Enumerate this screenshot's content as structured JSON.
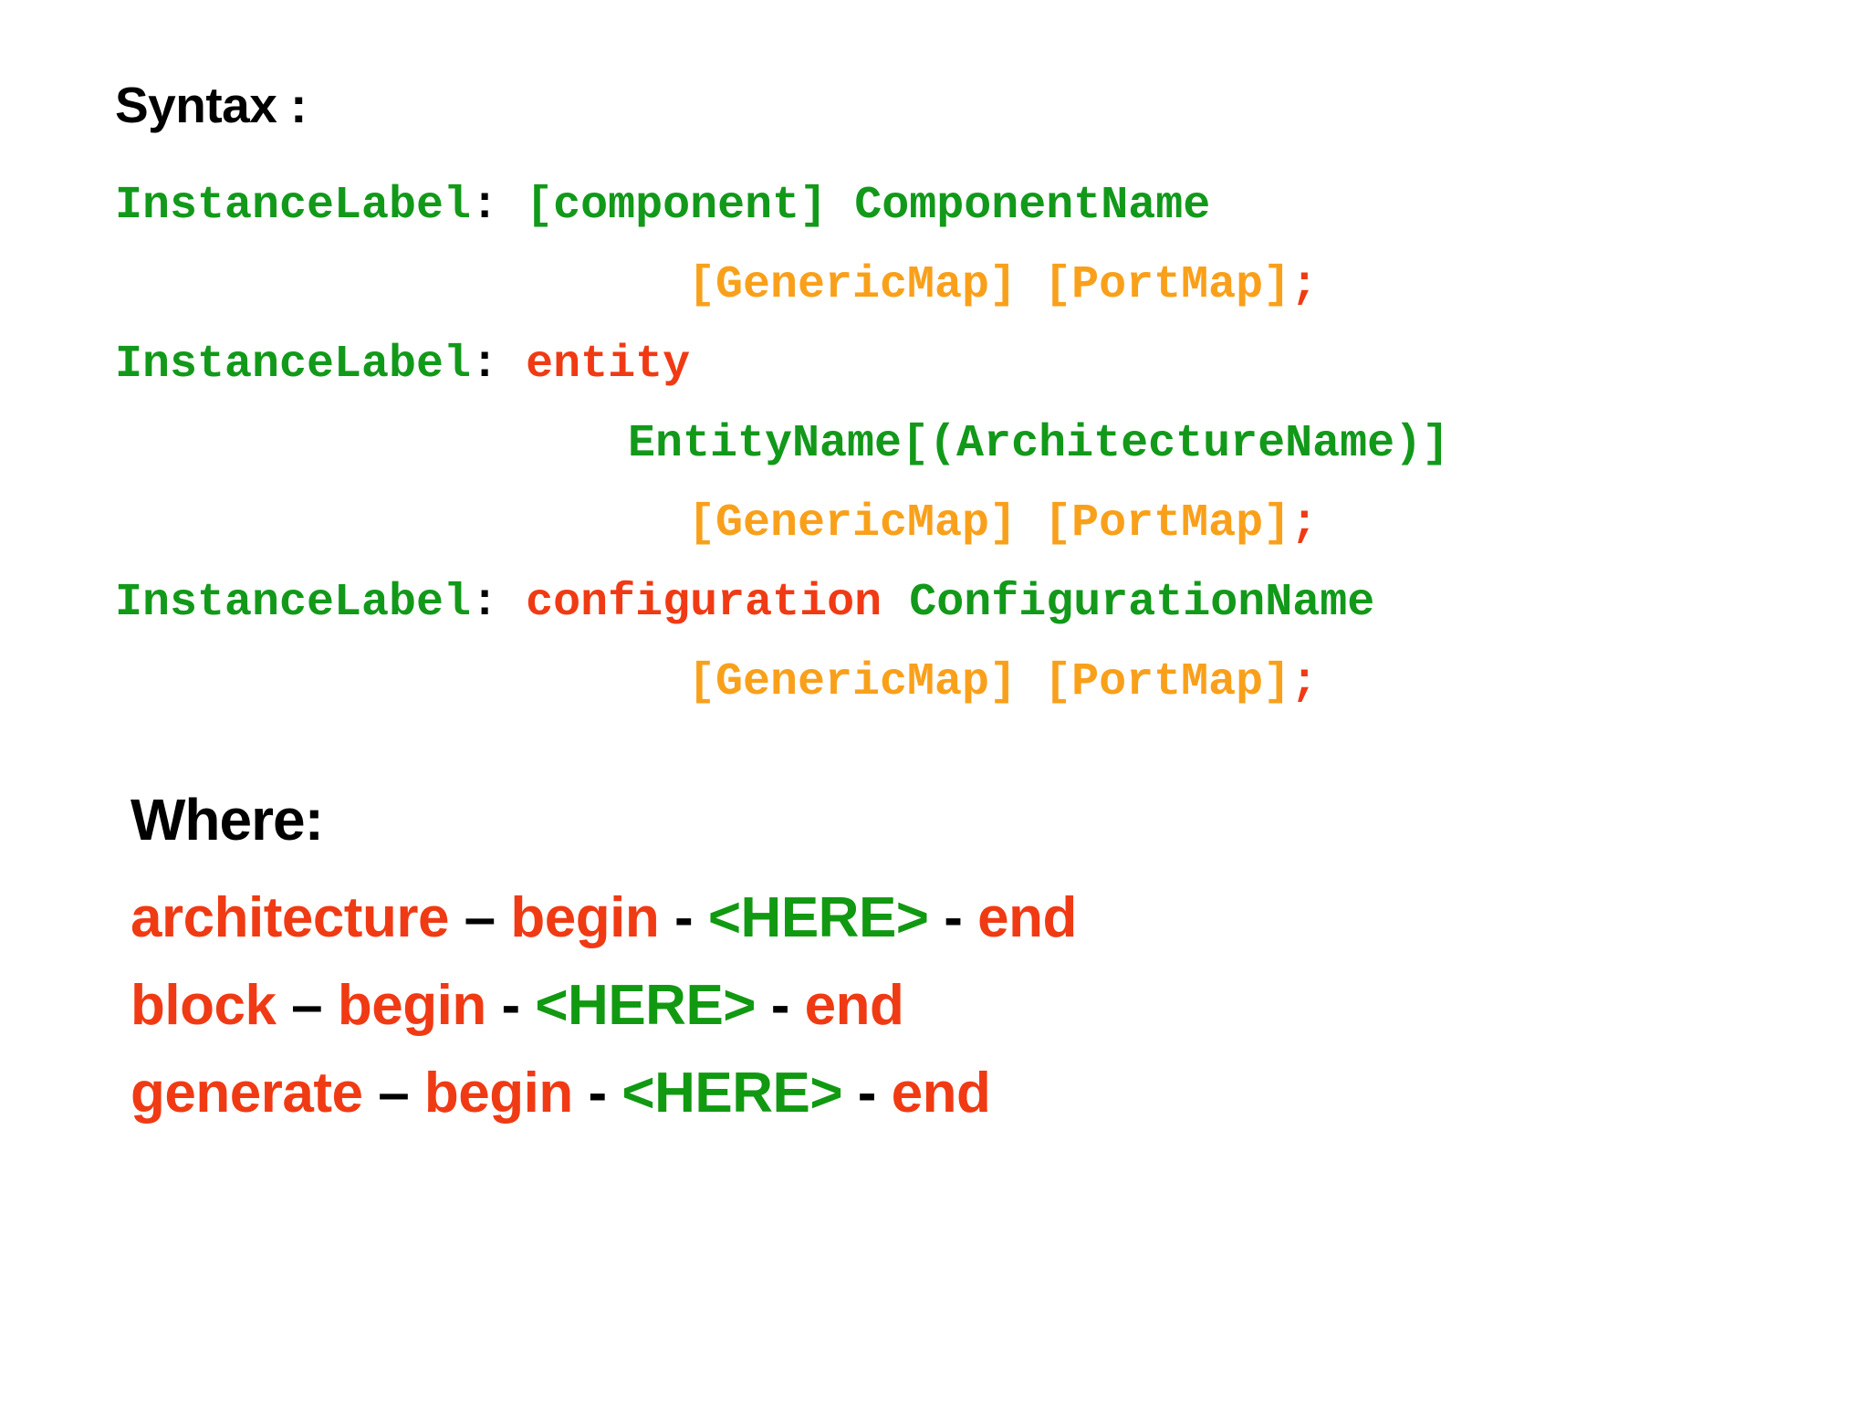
{
  "slide": {
    "background_color": "#ffffff",
    "syntax_heading": "Syntax :",
    "where_heading": "Where:"
  },
  "colors": {
    "green": "#12991a",
    "orange": "#f9a01b",
    "red": "#f03a14",
    "black": "#000000",
    "here_green": "#119911"
  },
  "syntax": {
    "lines": [
      {
        "id": "component-instantiation",
        "indent": 1,
        "tokens": [
          {
            "text": "InstanceLabel",
            "color": "green"
          },
          {
            "text": ":",
            "color": "black"
          },
          {
            "text": " ",
            "color": "black"
          },
          {
            "text": "[component]",
            "color": "green"
          },
          {
            "text": " ",
            "color": "black"
          },
          {
            "text": "ComponentName",
            "color": "green"
          }
        ]
      },
      {
        "id": "component-maps",
        "indent": 2,
        "tokens": [
          {
            "text": "[GenericMap]",
            "color": "orange"
          },
          {
            "text": " ",
            "color": "black"
          },
          {
            "text": "[PortMap]",
            "color": "orange"
          },
          {
            "text": ";",
            "color": "red"
          }
        ]
      },
      {
        "id": "entity-instantiation",
        "indent": 1,
        "tokens": [
          {
            "text": "InstanceLabel",
            "color": "green"
          },
          {
            "text": ":",
            "color": "black"
          },
          {
            "text": " ",
            "color": "black"
          },
          {
            "text": "entity",
            "color": "red"
          }
        ]
      },
      {
        "id": "entity-name",
        "indent": 3,
        "tokens": [
          {
            "text": "EntityName[(ArchitectureName)]",
            "color": "green"
          }
        ]
      },
      {
        "id": "entity-maps",
        "indent": 2,
        "tokens": [
          {
            "text": "[GenericMap]",
            "color": "orange"
          },
          {
            "text": " ",
            "color": "black"
          },
          {
            "text": "[PortMap]",
            "color": "orange"
          },
          {
            "text": ";",
            "color": "red"
          }
        ]
      },
      {
        "id": "configuration-instantiation",
        "indent": 1,
        "tokens": [
          {
            "text": "InstanceLabel",
            "color": "green"
          },
          {
            "text": ":",
            "color": "black"
          },
          {
            "text": " ",
            "color": "black"
          },
          {
            "text": "configuration",
            "color": "red"
          },
          {
            "text": " ",
            "color": "black"
          },
          {
            "text": "ConfigurationName",
            "color": "green"
          }
        ]
      },
      {
        "id": "configuration-maps",
        "indent": 2,
        "tokens": [
          {
            "text": "[GenericMap]",
            "color": "orange"
          },
          {
            "text": " ",
            "color": "black"
          },
          {
            "text": "[PortMap]",
            "color": "orange"
          },
          {
            "text": ";",
            "color": "red"
          }
        ]
      }
    ]
  },
  "where": {
    "lines": [
      {
        "id": "architecture-scope",
        "tokens": [
          {
            "text": "architecture",
            "color": "red"
          },
          {
            "text": " ",
            "color": "black"
          },
          {
            "text": "–",
            "color": "black"
          },
          {
            "text": " ",
            "color": "black"
          },
          {
            "text": "begin",
            "color": "red"
          },
          {
            "text": " ",
            "color": "black"
          },
          {
            "text": "-",
            "color": "black"
          },
          {
            "text": " ",
            "color": "black"
          },
          {
            "text": "<HERE>",
            "color": "here_green"
          },
          {
            "text": " ",
            "color": "black"
          },
          {
            "text": "-",
            "color": "black"
          },
          {
            "text": " ",
            "color": "black"
          },
          {
            "text": "end",
            "color": "red"
          }
        ]
      },
      {
        "id": "block-scope",
        "tokens": [
          {
            "text": "block",
            "color": "red"
          },
          {
            "text": " ",
            "color": "black"
          },
          {
            "text": "–",
            "color": "black"
          },
          {
            "text": " ",
            "color": "black"
          },
          {
            "text": "begin",
            "color": "red"
          },
          {
            "text": " ",
            "color": "black"
          },
          {
            "text": "-",
            "color": "black"
          },
          {
            "text": " ",
            "color": "black"
          },
          {
            "text": "<HERE>",
            "color": "here_green"
          },
          {
            "text": " ",
            "color": "black"
          },
          {
            "text": "-",
            "color": "black"
          },
          {
            "text": " ",
            "color": "black"
          },
          {
            "text": "end",
            "color": "red"
          }
        ]
      },
      {
        "id": "generate-scope",
        "tokens": [
          {
            "text": "generate",
            "color": "red"
          },
          {
            "text": " ",
            "color": "black"
          },
          {
            "text": "–",
            "color": "black"
          },
          {
            "text": " ",
            "color": "black"
          },
          {
            "text": "begin",
            "color": "red"
          },
          {
            "text": " ",
            "color": "black"
          },
          {
            "text": "-",
            "color": "black"
          },
          {
            "text": " ",
            "color": "black"
          },
          {
            "text": "<HERE>",
            "color": "here_green"
          },
          {
            "text": " ",
            "color": "black"
          },
          {
            "text": "-",
            "color": "black"
          },
          {
            "text": " ",
            "color": "black"
          },
          {
            "text": "end",
            "color": "red"
          }
        ]
      }
    ]
  }
}
